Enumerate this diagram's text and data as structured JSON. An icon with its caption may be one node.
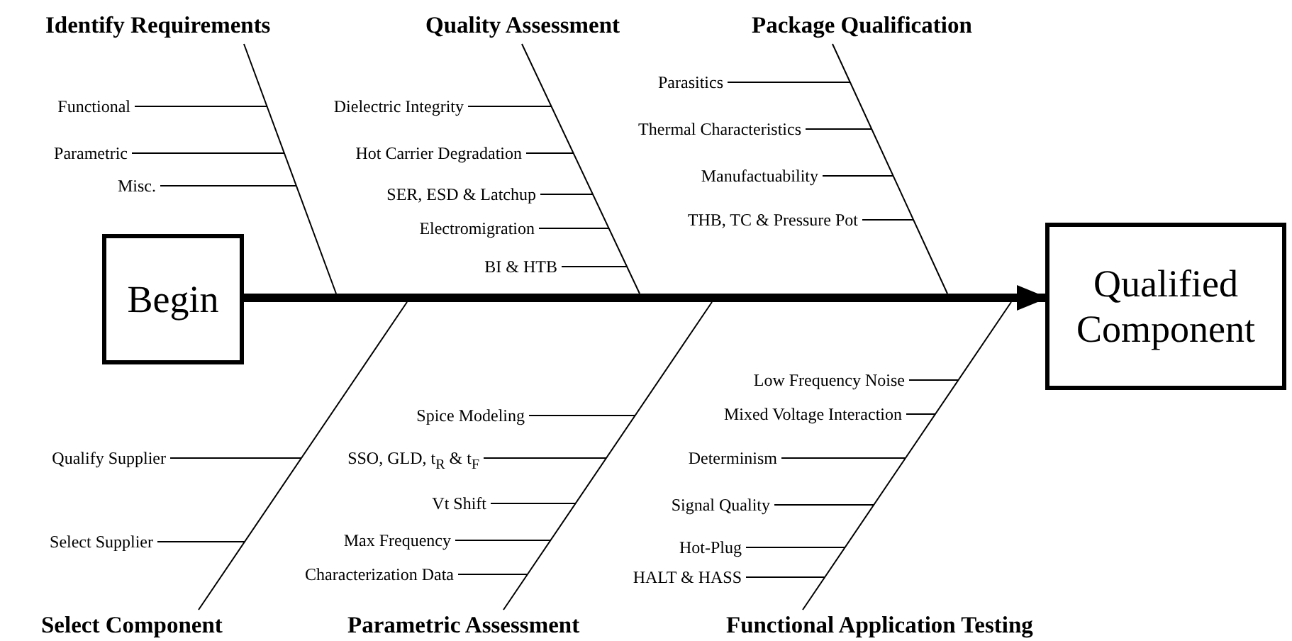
{
  "diagram": {
    "nodes": [
      {
        "text": [
          "Identify Requirements"
        ]
      },
      {
        "text": [
          "Quality Assessment"
        ]
      },
      {
        "text": [
          "Package Qualification"
        ]
      },
      {
        "text": [
          "Functional"
        ]
      },
      {
        "text": [
          "Parametric"
        ]
      },
      {
        "text": [
          "Misc."
        ]
      },
      {
        "text": [
          "Dielectric Integrity"
        ]
      },
      {
        "text": [
          "Hot Carrier Degradation"
        ]
      },
      {
        "text": [
          "SER, ESD & Latchup"
        ]
      },
      {
        "text": [
          "Electromigration"
        ]
      },
      {
        "text": [
          "BI & HTB"
        ]
      },
      {
        "text": [
          "Parasitics"
        ]
      },
      {
        "text": [
          "Thermal Characteristics"
        ]
      },
      {
        "text": [
          "Manufactuability"
        ]
      },
      {
        "text": [
          "THB, TC & Pressure Pot"
        ]
      },
      {
        "text": [
          "Begin"
        ]
      },
      {
        "text": [
          "Qualified Component"
        ]
      },
      {
        "text": [
          "Low Frequency Noise"
        ]
      },
      {
        "text": [
          "Spice Modeling"
        ]
      },
      {
        "text": [
          "Mixed Voltage Interaction"
        ]
      },
      {
        "text": [
          "Qualify Supplier"
        ]
      },
      {
        "text": [
          "SSO, GLD, t$_{R}$ & t$_{F}$"
        ]
      },
      {
        "text": [
          "Determinism"
        ]
      },
      {
        "text": [
          "Vt Shift"
        ]
      },
      {
        "text": [
          "Signal Quality"
        ]
      },
      {
        "text": [
          "Select Supplier"
        ]
      },
      {
        "text": [
          "Max Frequency"
        ]
      },
      {
        "text": [
          "Hot-Plug"
        ]
      },
      {
        "text": [
          "Characterization Data"
        ]
      },
      {
        "text": [
          "HALT & HASS"
        ]
      },
      {
        "text": [
          "Select Component"
        ]
      },
      {
        "text": [
          "Parametric Assessment"
        ]
      },
      {
        "text": [
          "Functional Application Testing"
        ]
      }
    ],
    "edges": [
      {
        "from": 15,
        "to": 16,
        "arrow": "to",
        "style": "thick"
      },
      {
        "from": 0,
        "to": null,
        "arrow": "none"
      },
      {
        "from": 1,
        "to": null,
        "arrow": "none"
      },
      {
        "from": 2,
        "to": null,
        "arrow": "none"
      },
      {
        "from": 30,
        "to": null,
        "arrow": "none"
      },
      {
        "from": 31,
        "to": null,
        "arrow": "none"
      },
      {
        "from": 32,
        "to": null,
        "arrow": "none"
      },
      {
        "from": 3,
        "to": null,
        "arrow": "none"
      },
      {
        "from": 4,
        "to": null,
        "arrow": "none"
      },
      {
        "from": 5,
        "to": null,
        "arrow": "none"
      },
      {
        "from": 6,
        "to": null,
        "arrow": "none"
      },
      {
        "from": 7,
        "to": null,
        "arrow": "none"
      },
      {
        "from": 8,
        "to": null,
        "arrow": "none"
      },
      {
        "from": 9,
        "to": null,
        "arrow": "none"
      },
      {
        "from": 10,
        "to": null,
        "arrow": "none"
      },
      {
        "from": 11,
        "to": null,
        "arrow": "none"
      },
      {
        "from": 12,
        "to": null,
        "arrow": "none"
      },
      {
        "from": 13,
        "to": null,
        "arrow": "none"
      },
      {
        "from": 14,
        "to": null,
        "arrow": "none"
      },
      {
        "from": 17,
        "to": null,
        "arrow": "none"
      },
      {
        "from": 18,
        "to": null,
        "arrow": "none"
      },
      {
        "from": 19,
        "to": null,
        "arrow": "none"
      },
      {
        "from": 20,
        "to": null,
        "arrow": "none"
      },
      {
        "from": 21,
        "to": null,
        "arrow": "none"
      },
      {
        "from": 22,
        "to": null,
        "arrow": "none"
      },
      {
        "from": 23,
        "to": null,
        "arrow": "none"
      },
      {
        "from": 24,
        "to": null,
        "arrow": "none"
      },
      {
        "from": 25,
        "to": null,
        "arrow": "none"
      },
      {
        "from": 26,
        "to": null,
        "arrow": "none"
      },
      {
        "from": 27,
        "to": null,
        "arrow": "none"
      },
      {
        "from": 28,
        "to": null,
        "arrow": "none"
      },
      {
        "from": 29,
        "to": null,
        "arrow": "none"
      }
    ]
  }
}
